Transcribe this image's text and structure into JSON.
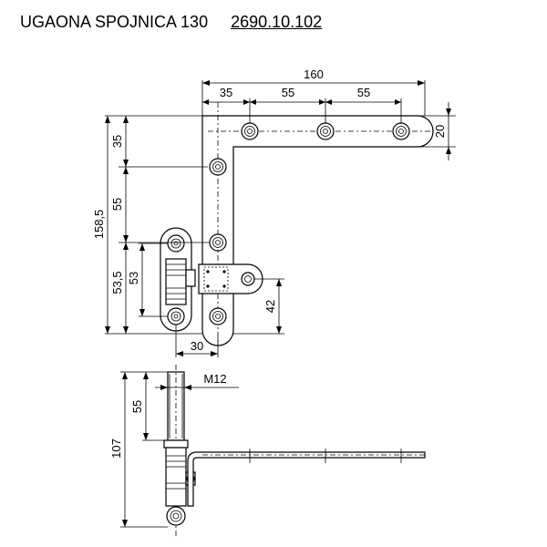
{
  "title": {
    "name": "UGAONA SPOJNICA 130",
    "code": "2690.10.102"
  },
  "dimensions": {
    "total_width": "160",
    "seg1": "35",
    "seg2": "55",
    "seg3": "55",
    "arm_height": "20",
    "left_top": "35",
    "left_mid": "55",
    "total_height": "158,5",
    "height_a": "53,5",
    "height_b": "53",
    "right_h": "42",
    "bottom_w": "30",
    "thread": "M12",
    "side_55": "55",
    "side_107": "107"
  }
}
